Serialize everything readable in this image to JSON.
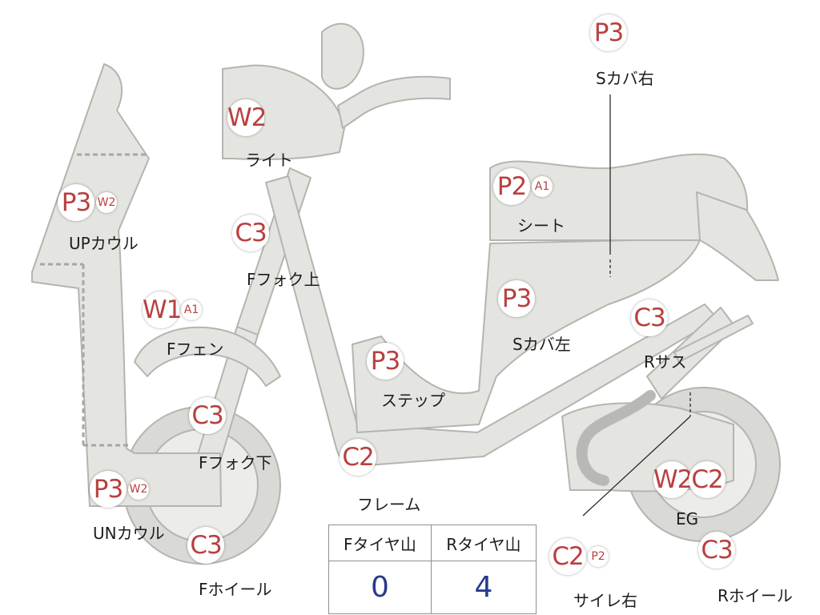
{
  "parts": [
    {
      "id": "s-cover-right",
      "codes": [
        "P3"
      ],
      "label": "Sカバ右"
    },
    {
      "id": "light",
      "codes": [
        "W2"
      ],
      "label": "ライト"
    },
    {
      "id": "seat",
      "codes": [
        "P2",
        "A1"
      ],
      "label": "シート"
    },
    {
      "id": "up-cowl",
      "codes": [
        "P3",
        "W2"
      ],
      "label": "UPカウル"
    },
    {
      "id": "f-fork-upper",
      "codes": [
        "C3"
      ],
      "label": "Fフォク上"
    },
    {
      "id": "s-cover-left",
      "codes": [
        "P3"
      ],
      "label": "Sカバ左"
    },
    {
      "id": "f-fender",
      "codes": [
        "W1",
        "A1"
      ],
      "label": "Fフェン"
    },
    {
      "id": "r-suspension",
      "codes": [
        "C3"
      ],
      "label": "Rサス"
    },
    {
      "id": "step",
      "codes": [
        "P3"
      ],
      "label": "ステップ"
    },
    {
      "id": "f-fork-lower",
      "codes": [
        "C3"
      ],
      "label": "Fフォク下"
    },
    {
      "id": "frame",
      "codes": [
        "C2"
      ],
      "label": "フレーム"
    },
    {
      "id": "un-cowl",
      "codes": [
        "P3",
        "W2"
      ],
      "label": "UNカウル"
    },
    {
      "id": "engine",
      "codes": [
        "W2",
        "C2"
      ],
      "label": "EG"
    },
    {
      "id": "f-wheel",
      "codes": [
        "C3"
      ],
      "label": "Fホイール"
    },
    {
      "id": "silencer-right",
      "codes": [
        "C2",
        "P2"
      ],
      "label": "サイレ右"
    },
    {
      "id": "r-wheel",
      "codes": [
        "C3"
      ],
      "label": "Rホイール"
    }
  ],
  "tire_table": {
    "headers": [
      "Fタイヤ山",
      "Rタイヤ山"
    ],
    "values": [
      "0",
      "4"
    ]
  },
  "colors": {
    "body_fill": "#e4e4e0",
    "outline": "#b4b4b0",
    "code_text": "#b8403f",
    "label_text": "#1d1d1d",
    "table_value": "#283a8e"
  }
}
